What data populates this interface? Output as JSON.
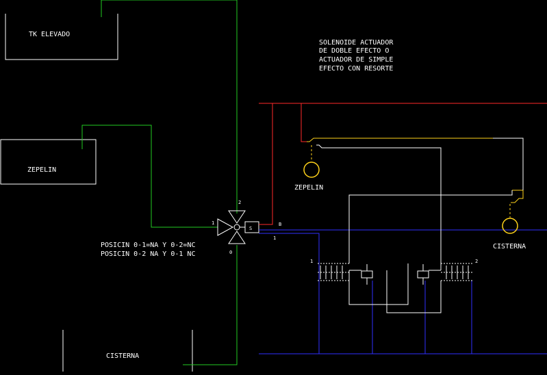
{
  "labels": {
    "tk_elevado": "TK ELEVADO",
    "zepelin_tank": "ZEPELIN",
    "cisterna_tank": "CISTERNA",
    "note": [
      "SOLENOIDE ACTUADOR",
      "DE DOBLE EFECTO O",
      "ACTUADOR DE SIMPLE",
      "EFECTO CON RESORTE"
    ],
    "positions": [
      "POSICIN 0-1=NA Y 0-2=NC",
      "POSICIN 0-2 NA Y 0-1 NC"
    ],
    "zepelin_float": "ZEPELIN",
    "cisterna_float": "CISTERNA",
    "valve_solenoid": "S",
    "port_1": "1",
    "port_2": "2",
    "port_0": "0",
    "wire_b": "B",
    "wire_1": "1",
    "relay_left_no": "1",
    "relay_right_no": "2"
  },
  "colors": {
    "background": "#000000",
    "pipe": "#22cc22",
    "line": "#ffffff",
    "power_phase": "#ff2a2a",
    "power_neutral": "#2f2fff",
    "float_lead": "#ffd21a"
  }
}
